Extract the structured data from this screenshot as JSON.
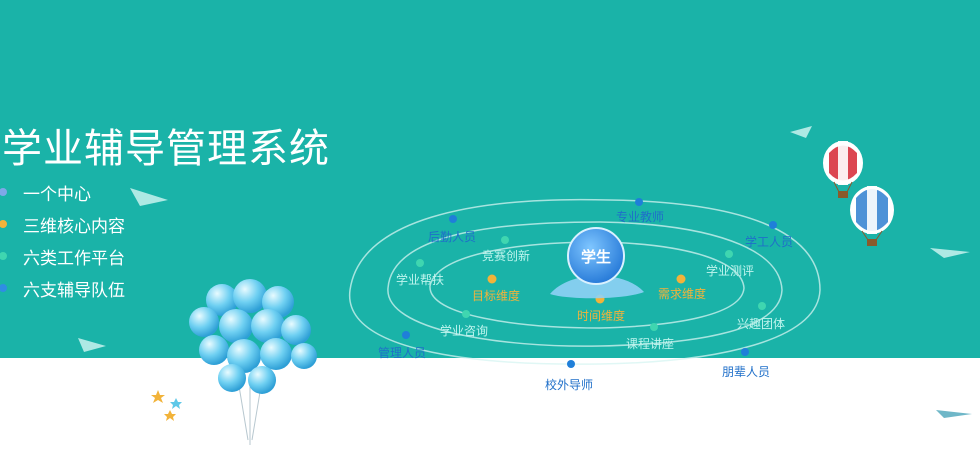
{
  "hero": {
    "title": "学业辅导管理系统",
    "bullets": [
      {
        "label": "一个中心",
        "color": "#7ea8e8"
      },
      {
        "label": "三维核心内容",
        "color": "#f2b33a"
      },
      {
        "label": "六类工作平台",
        "color": "#3fd6b0"
      },
      {
        "label": "六支辅导队伍",
        "color": "#2f8de4"
      }
    ]
  },
  "diagram": {
    "center": "学生",
    "dimensions": [
      "目标维度",
      "需求维度",
      "时间维度"
    ],
    "platforms": [
      "竞赛创新",
      "学业测评",
      "学业帮扶",
      "兴趣团体",
      "学业咨询",
      "课程讲座"
    ],
    "teams": [
      "专业教师",
      "后勤人员",
      "学工人员",
      "管理人员",
      "朋辈人员",
      "校外导师"
    ]
  },
  "colors": {
    "banner": "#1ab3a8",
    "dimension_label": "#f2b33a",
    "platform_label": "#bff5ee",
    "team_label": "#1f6fc9"
  }
}
